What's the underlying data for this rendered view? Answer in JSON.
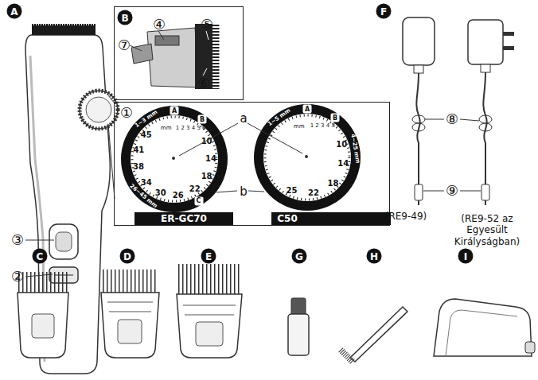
{
  "diagram": {
    "nodes": [
      {
        "text": [
          "B",
          "④",
          "⑤",
          "⑥",
          "⑦"
        ]
      },
      {
        "text": [
          "①",
          "a",
          "b"
        ]
      },
      {
        "text": [
          "1~3 mm",
          "A",
          "B",
          "mm",
          "1 2 3 4 5 6",
          "10",
          "14",
          "18",
          "22",
          "26",
          "30",
          "34",
          "38",
          "41",
          "45",
          "26~45 mm",
          "C"
        ],
        "in": 1
      },
      {
        "text": [
          "1~5 mm",
          "A",
          "B",
          "4~25 mm",
          "mm",
          "1 2 3 4 5",
          "10",
          "14",
          "18",
          "22",
          "25"
        ],
        "in": 1
      },
      {
        "text": [
          "ER-GC70"
        ],
        "in": 1
      },
      {
        "text": [
          "C50"
        ],
        "in": 1
      }
    ],
    "labels": [
      "A",
      "③",
      "②",
      "F",
      "⑧",
      "⑨",
      "(RE9-49)",
      "(RE9-52 az Egyesült Királyságban)",
      "C",
      "D",
      "E",
      "G",
      "H",
      "I"
    ]
  }
}
